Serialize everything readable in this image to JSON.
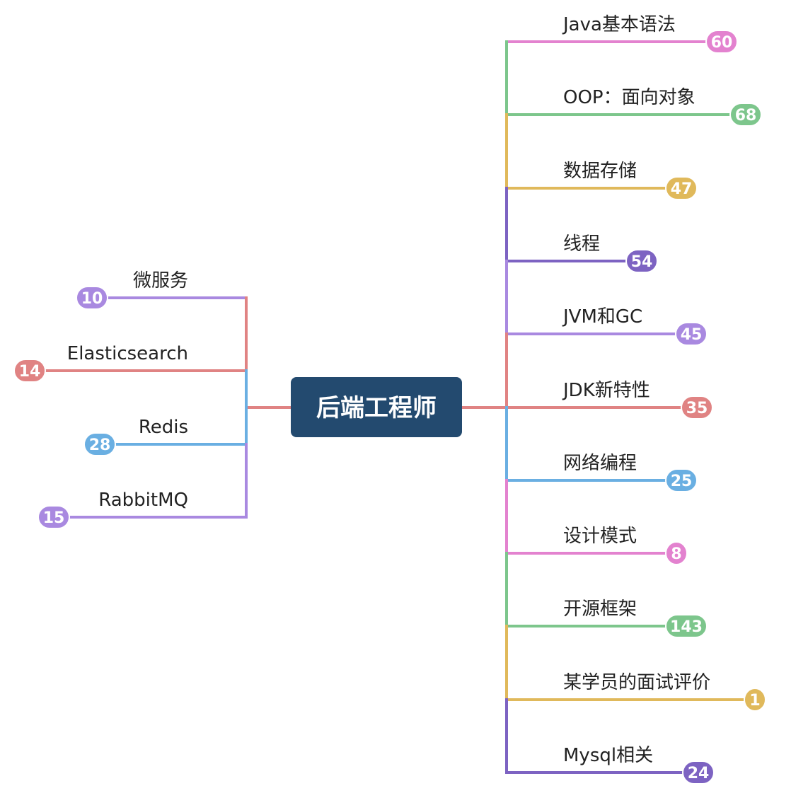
{
  "root": {
    "title": "后端工程师",
    "color": "#234a6f"
  },
  "right_branches": [
    {
      "label": "Java基本语法",
      "count": "60",
      "color": "#e382cf"
    },
    {
      "label": "OOP：面向对象",
      "count": "68",
      "color": "#7dc68c"
    },
    {
      "label": "数据存储",
      "count": "47",
      "color": "#e0b95b"
    },
    {
      "label": "线程",
      "count": "54",
      "color": "#7d63c2"
    },
    {
      "label": "JVM和GC",
      "count": "45",
      "color": "#a989e0"
    },
    {
      "label": "JDK新特性",
      "count": "35",
      "color": "#e08383"
    },
    {
      "label": "网络编程",
      "count": "25",
      "color": "#6aafe2"
    },
    {
      "label": "设计模式",
      "count": "8",
      "color": "#e382cf"
    },
    {
      "label": "开源框架",
      "count": "143",
      "color": "#7dc68c"
    },
    {
      "label": "某学员的面试评价",
      "count": "1",
      "color": "#e0b95b"
    },
    {
      "label": "Mysql相关",
      "count": "24",
      "color": "#7d63c2"
    }
  ],
  "left_branches": [
    {
      "label": "微服务",
      "count": "10",
      "color": "#a989e0"
    },
    {
      "label": "Elasticsearch",
      "count": "14",
      "color": "#e08383"
    },
    {
      "label": "Redis",
      "count": "28",
      "color": "#6aafe2"
    },
    {
      "label": "RabbitMQ",
      "count": "15",
      "color": "#a989e0"
    }
  ]
}
